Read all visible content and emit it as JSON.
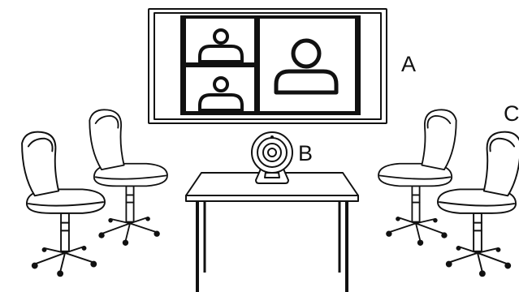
{
  "labels": {
    "display": "A",
    "camera": "B",
    "chair": "C"
  },
  "colors": {
    "ink": "#111111",
    "background": "#ffffff"
  },
  "icons": {
    "participant_small_top": "person-icon",
    "participant_small_bottom": "person-icon",
    "participant_large": "person-icon",
    "camera": "webcam-icon"
  }
}
